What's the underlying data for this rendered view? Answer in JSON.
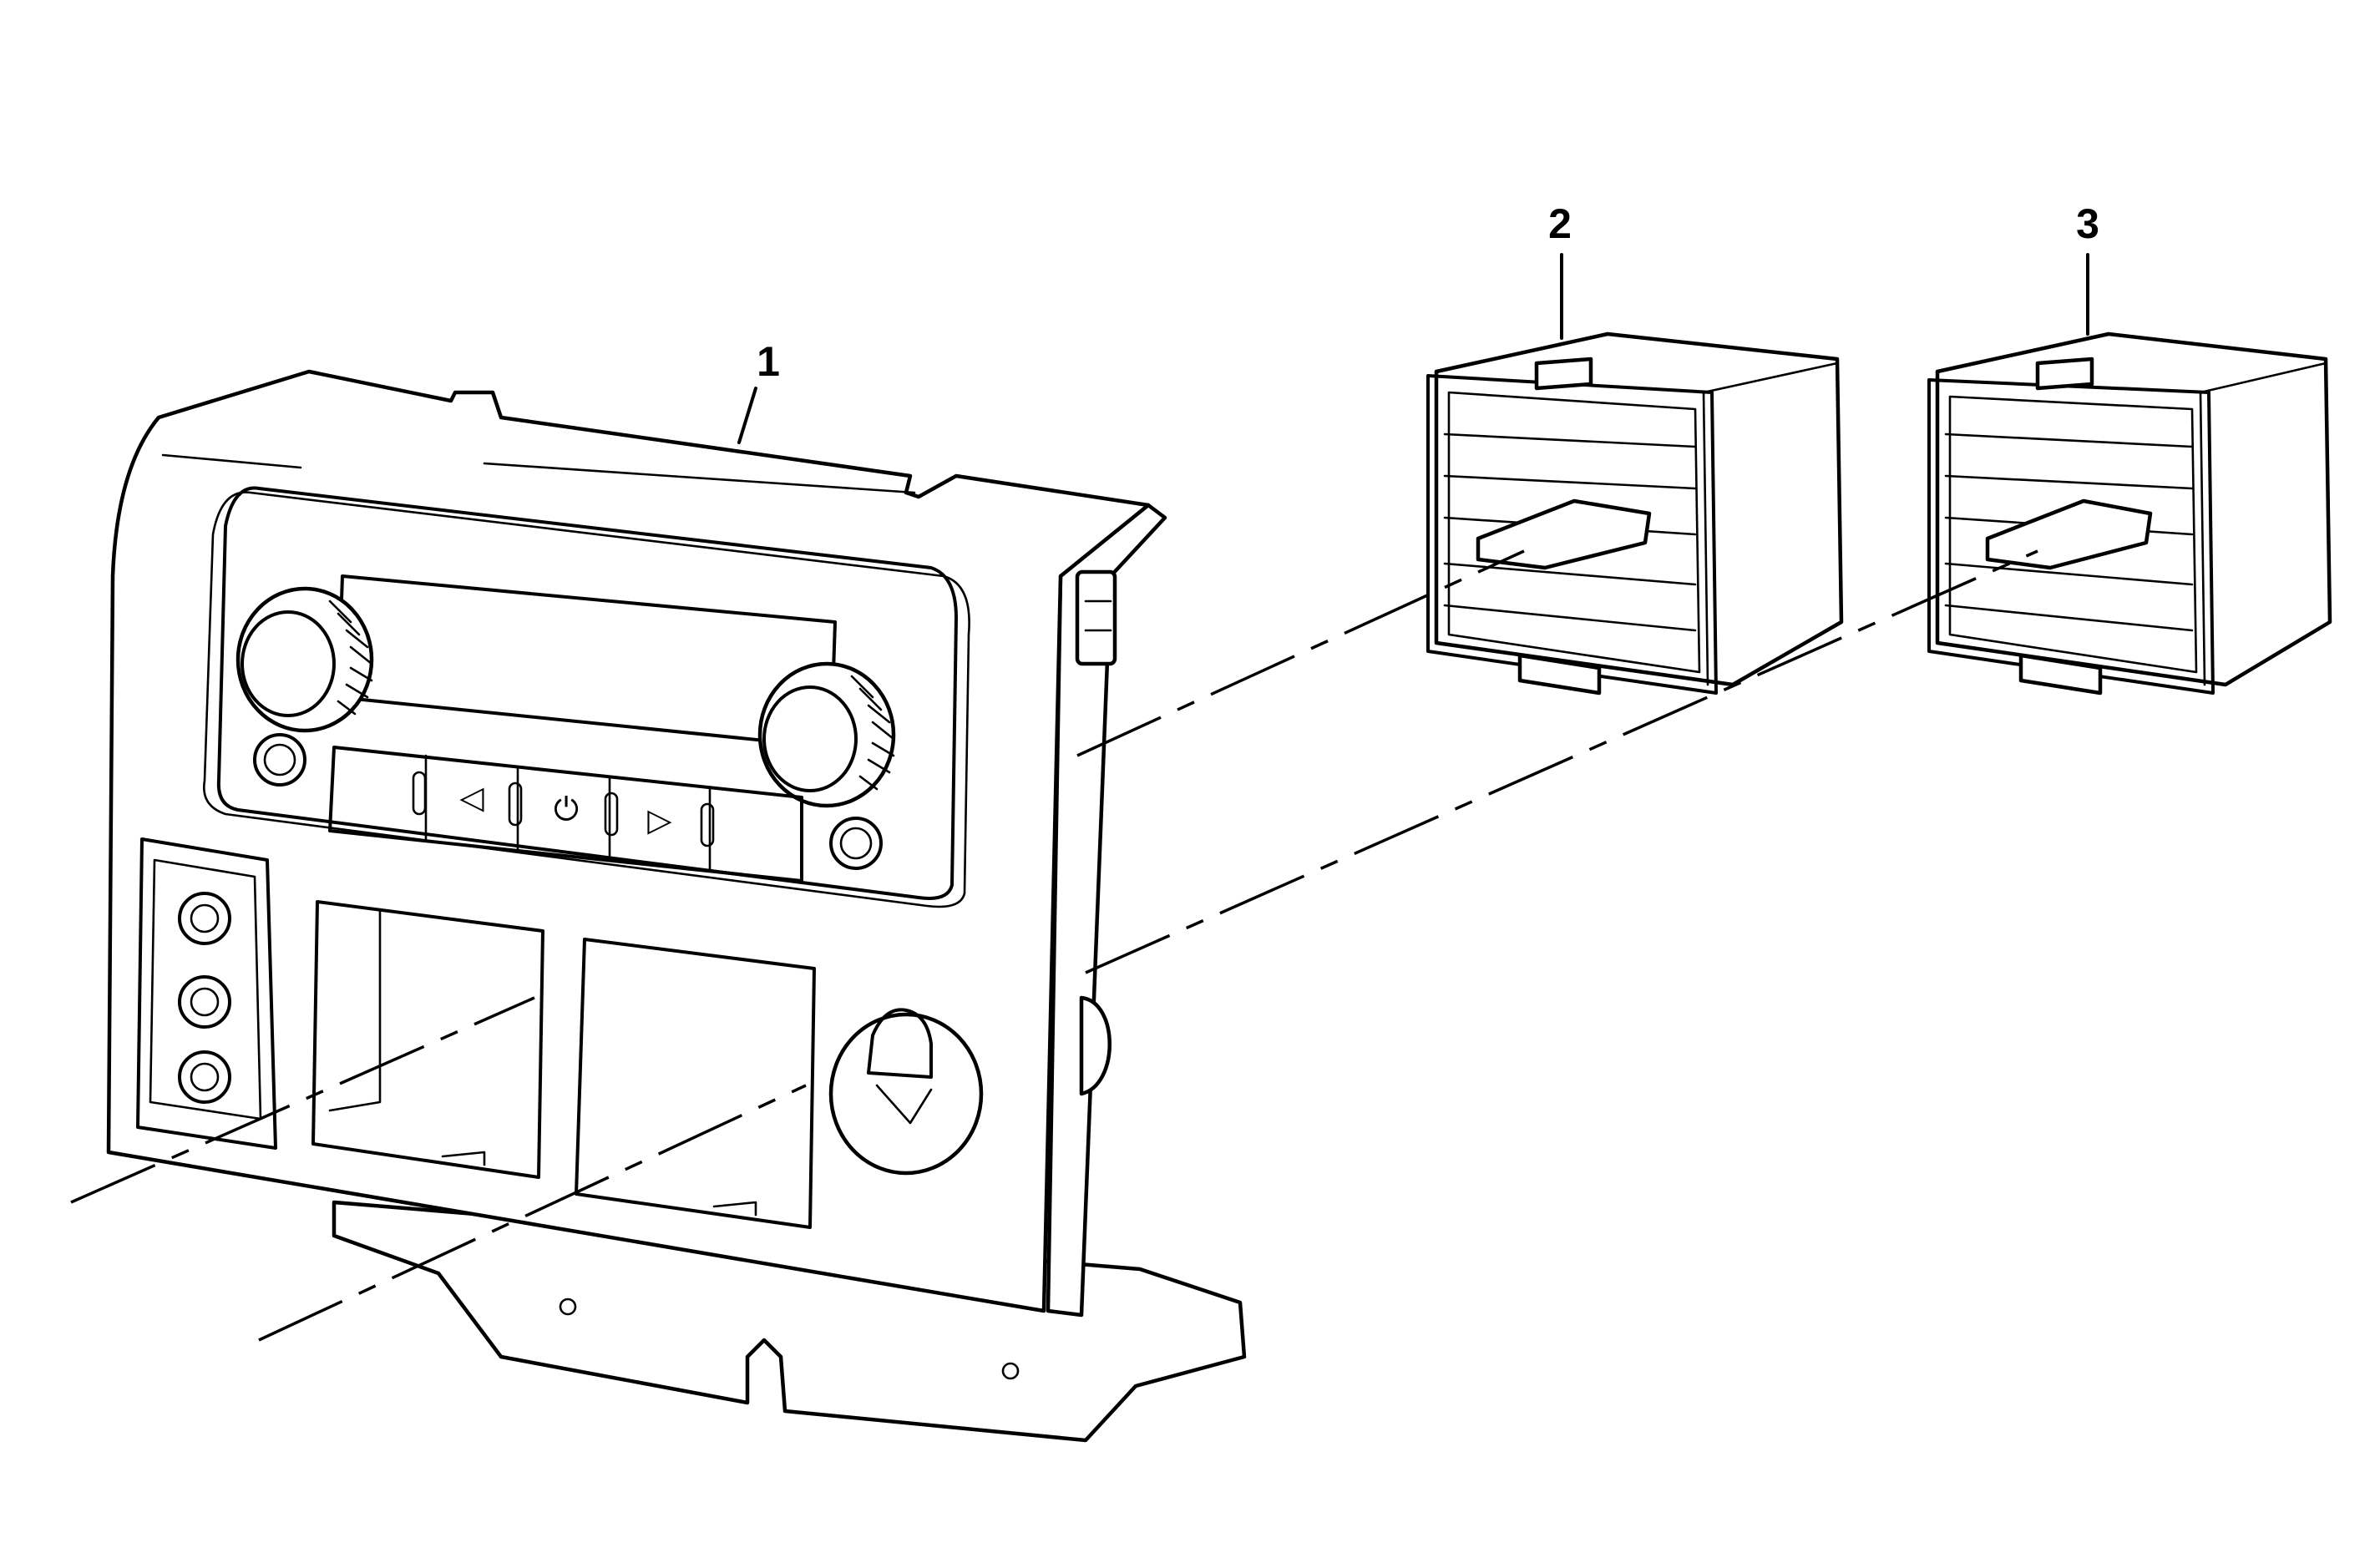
{
  "diagram": {
    "callouts": [
      {
        "id": "bezel",
        "label": "1"
      },
      {
        "id": "left_vent",
        "label": "2"
      },
      {
        "id": "right_vent",
        "label": "3"
      }
    ],
    "radio_buttons": [
      {
        "icon": "previous-track-icon",
        "glyph": "◁"
      },
      {
        "icon": "power-icon",
        "glyph": "⏻"
      },
      {
        "icon": "next-track-icon",
        "glyph": "▷"
      }
    ],
    "colors": {
      "line": "#000000",
      "background": "#ffffff"
    }
  }
}
